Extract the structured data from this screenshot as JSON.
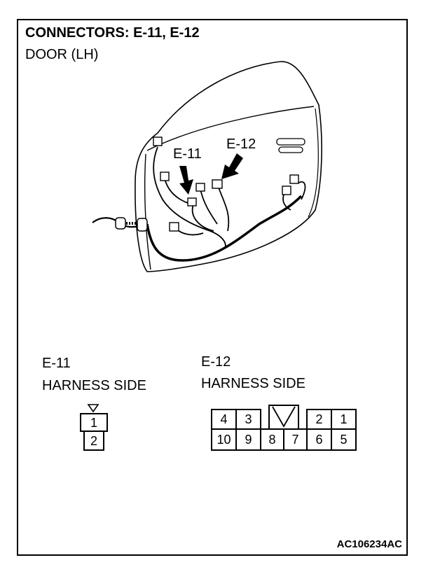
{
  "figure": {
    "title": "CONNECTORS: E-11, E-12",
    "subtitle": "DOOR (LH)",
    "figure_id": "AC106234AC"
  },
  "callouts": {
    "e11": "E-11",
    "e12": "E-12"
  },
  "connector_e11": {
    "name": "E-11",
    "side_label": "HARNESS SIDE",
    "pins": [
      "1",
      "2"
    ]
  },
  "connector_e12": {
    "name": "E-12",
    "side_label": "HARNESS SIDE",
    "top_pins": [
      "4",
      "3",
      "2",
      "1"
    ],
    "bottom_pins": [
      "10",
      "9",
      "8",
      "7",
      "6",
      "5"
    ]
  }
}
